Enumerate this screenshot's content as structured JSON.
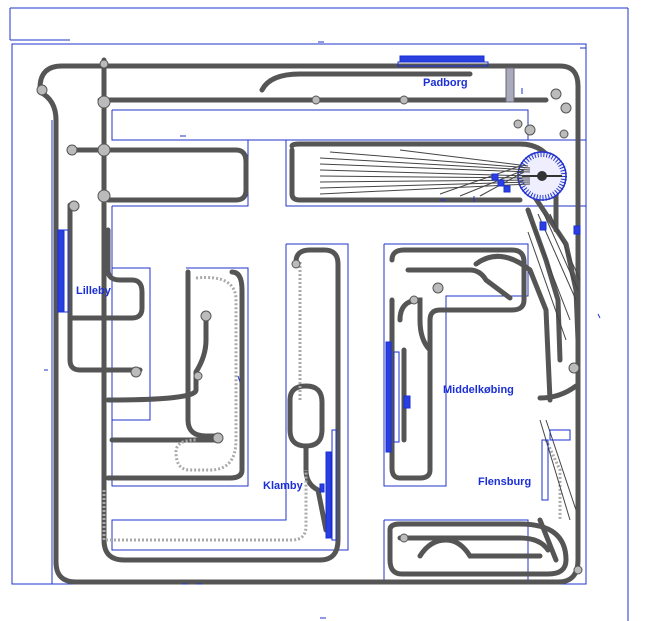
{
  "diagram": {
    "stations": {
      "padborg": "Padborg",
      "lilleby": "Lilleby",
      "middelkobing": "Middelkøbing",
      "klamby": "Klamby",
      "flensburg": "Flensburg"
    },
    "colors": {
      "board_outline": "#2233cc",
      "track": "#555555",
      "track_fill": "#d8d8d8",
      "platform": "#2a3fe0",
      "label": "#1a2fd6"
    }
  }
}
